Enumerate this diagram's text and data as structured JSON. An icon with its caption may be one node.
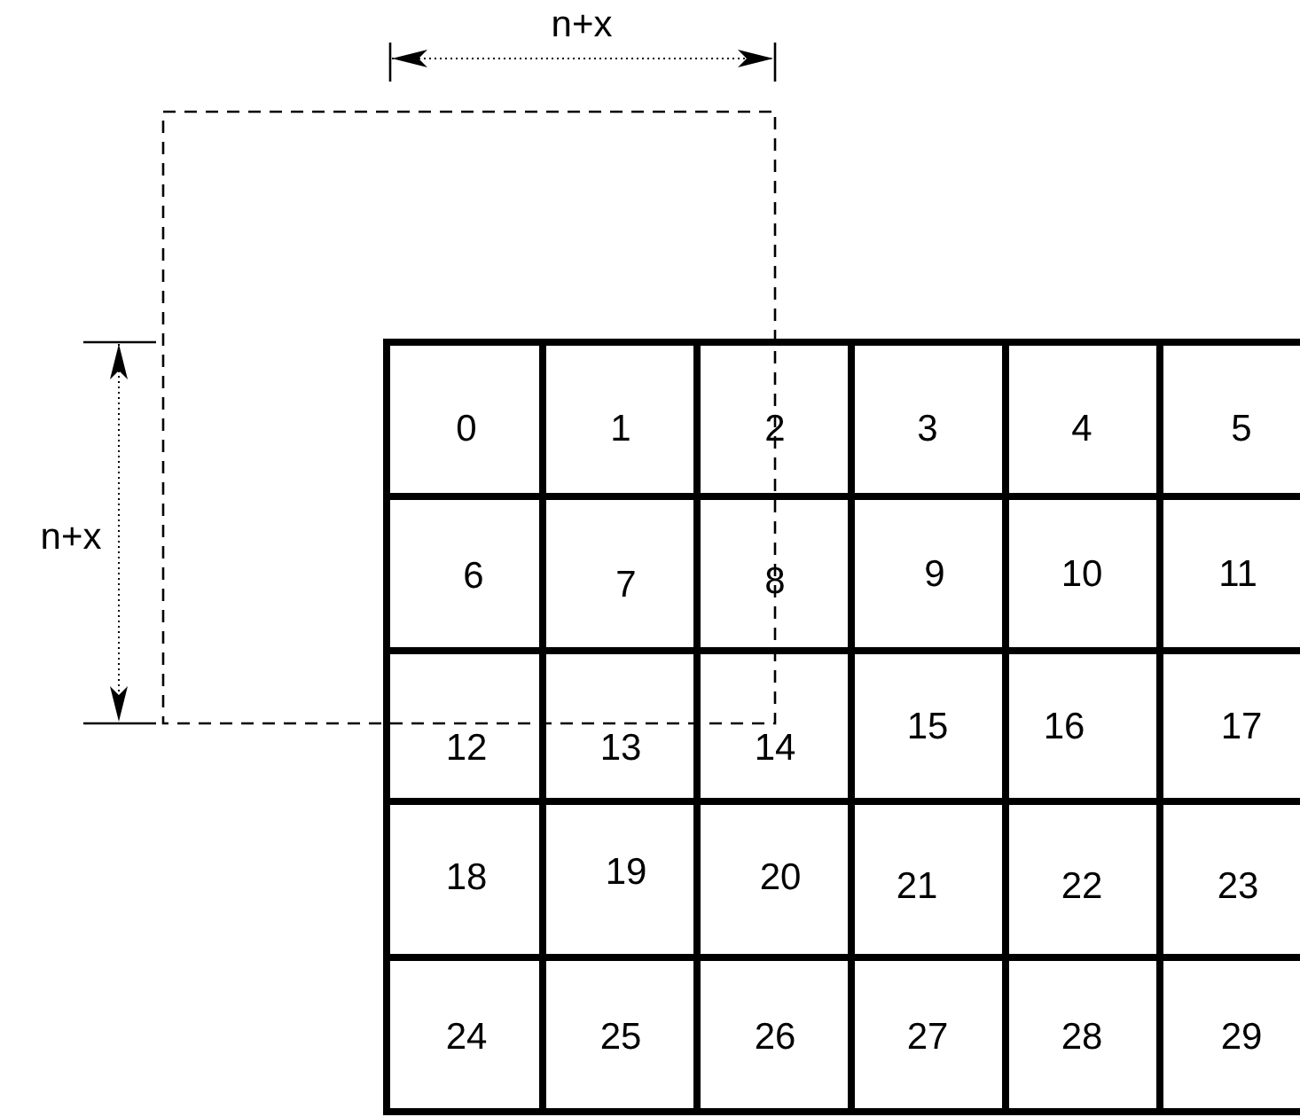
{
  "diagram": {
    "labels": [
      "n+x",
      "0",
      "1",
      "2",
      "3",
      "4",
      "5",
      "n+x",
      "6",
      "7",
      "8",
      "9",
      "10",
      "11",
      "12",
      "13",
      "14",
      "15",
      "16",
      "17",
      "18",
      "19",
      "20",
      "21",
      "22",
      "23",
      "24",
      "25",
      "26",
      "27",
      "28",
      "29"
    ]
  }
}
